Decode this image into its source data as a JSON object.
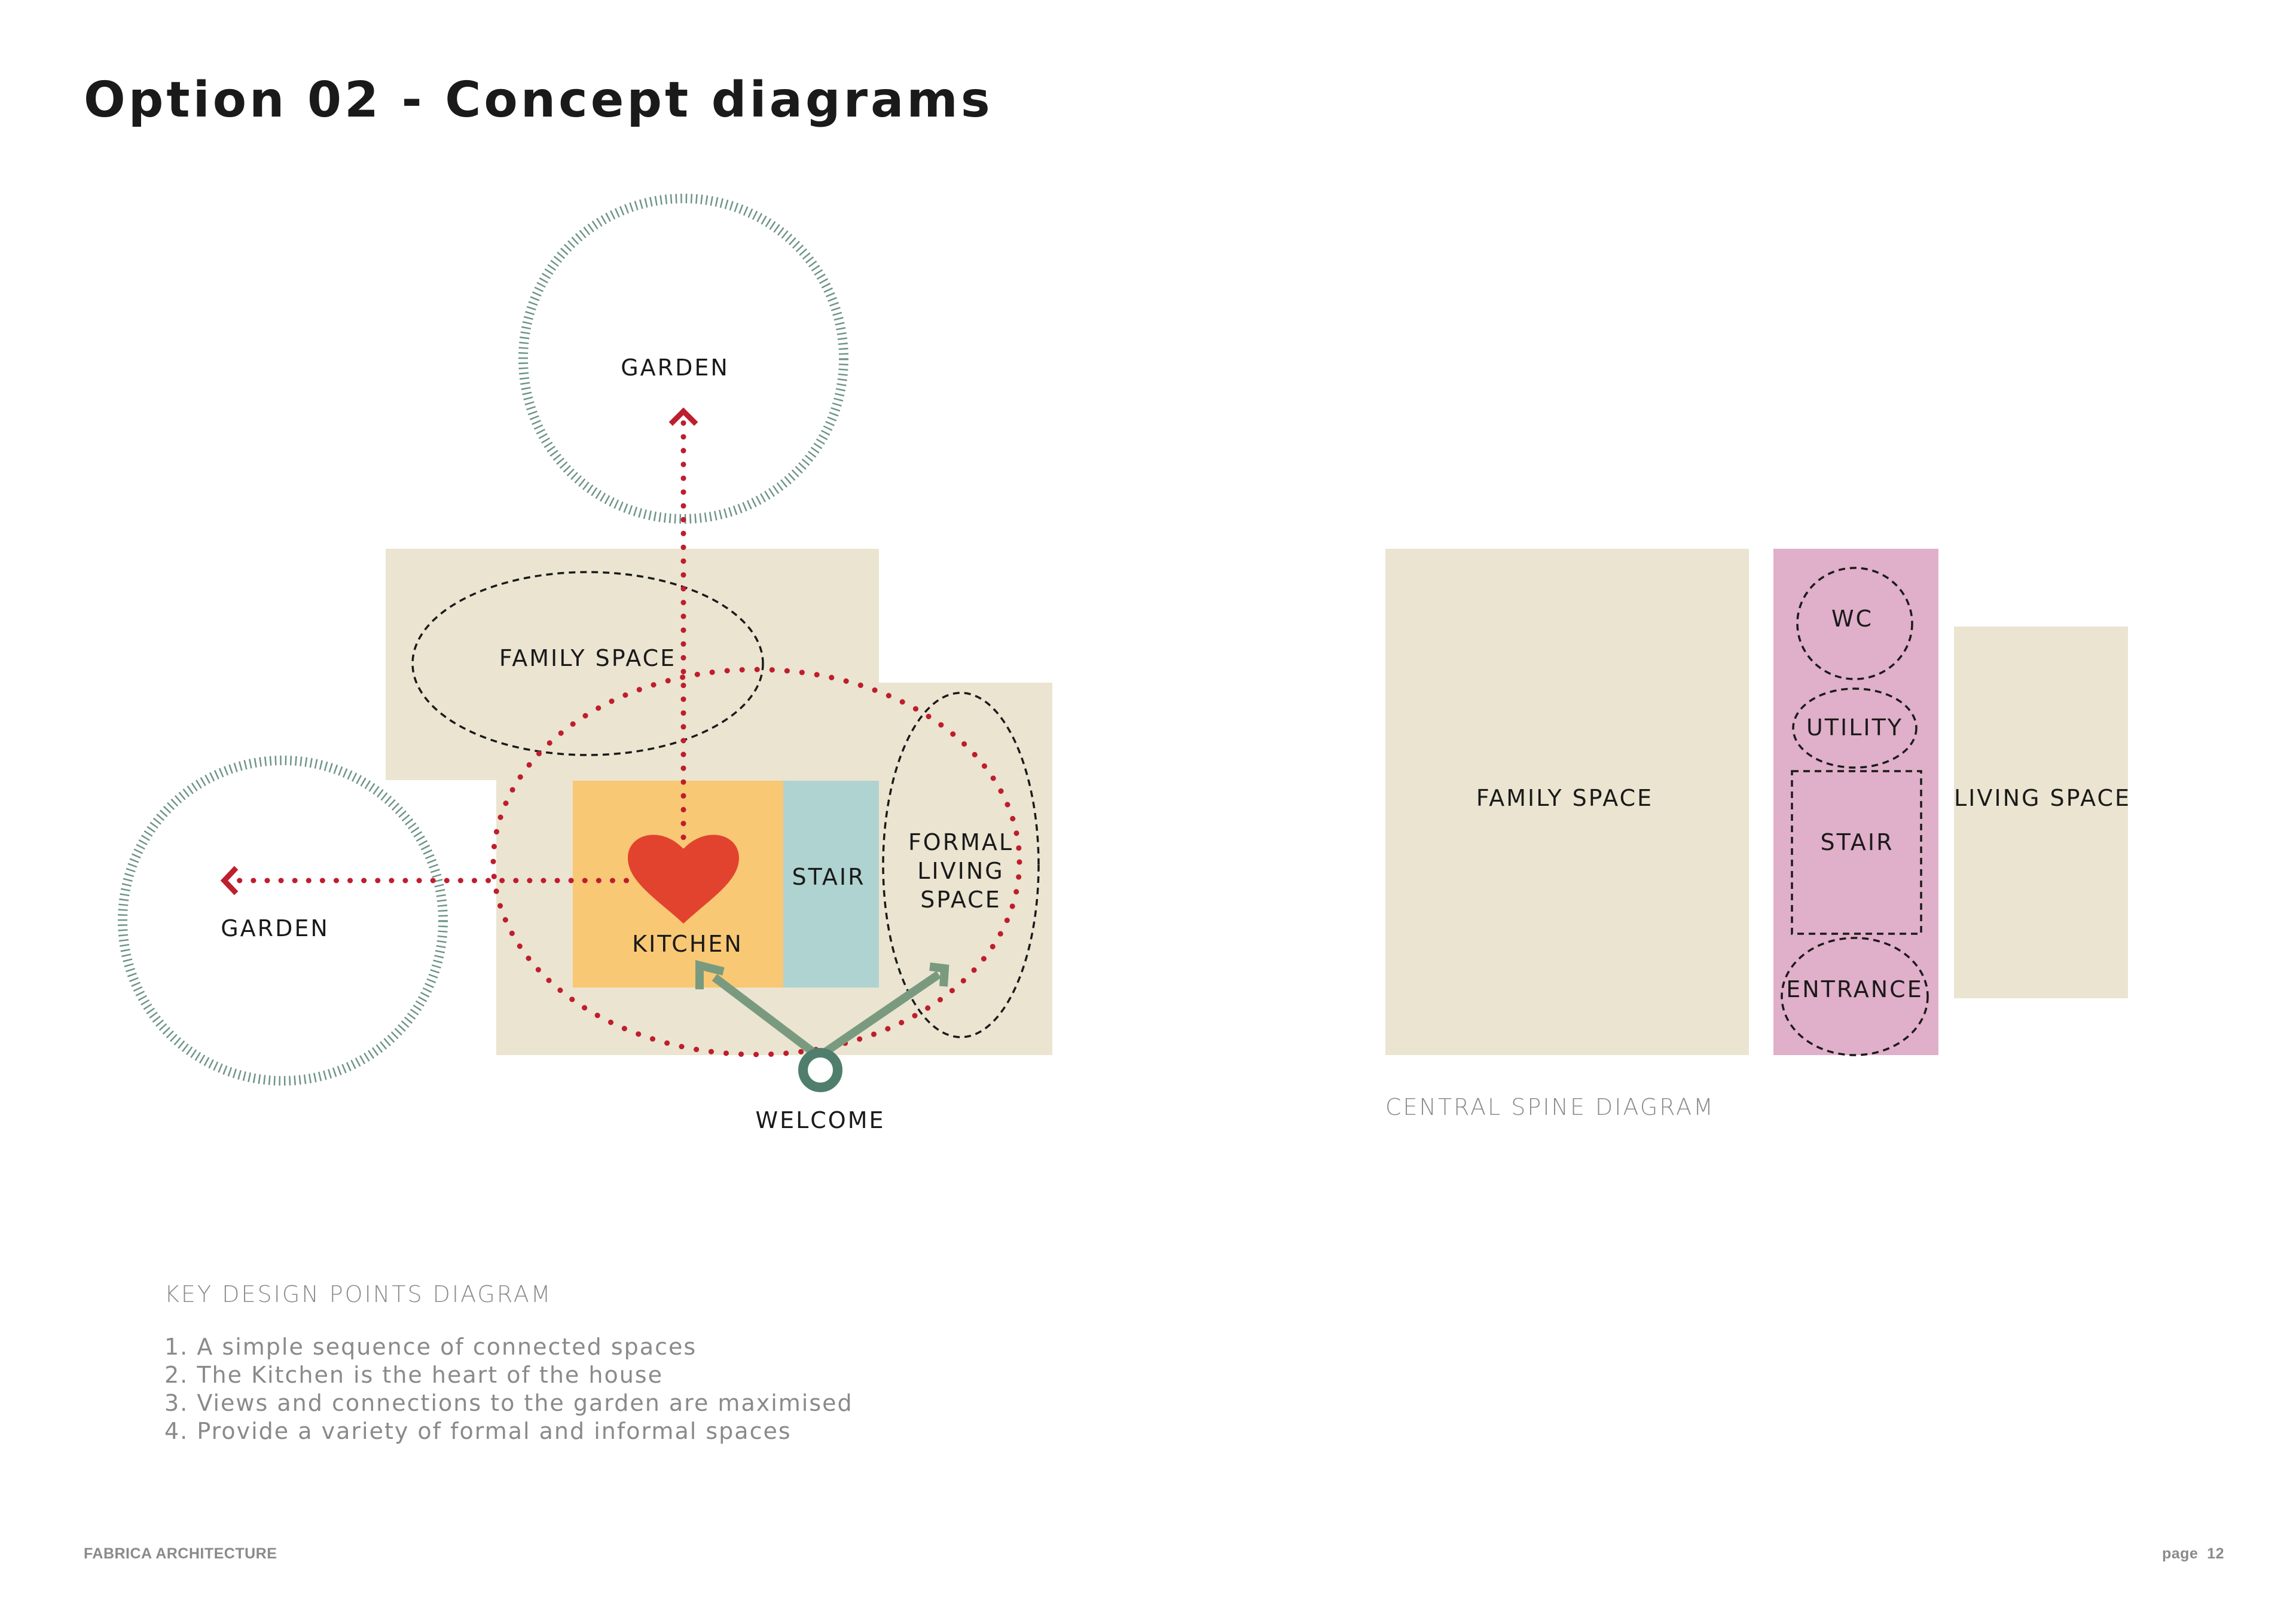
{
  "title": "Option 02 - Concept diagrams",
  "key_diagram": {
    "caption": "KEY DESIGN POINTS DIAGRAM",
    "labels": {
      "garden_top": "GARDEN",
      "garden_left": "GARDEN",
      "family_space": "FAMILY SPACE",
      "stair": "STAIR",
      "formal_living_lines": [
        "FORMAL",
        "LIVING",
        "SPACE"
      ],
      "kitchen": "KITCHEN",
      "welcome": "WELCOME"
    },
    "points": [
      "1. A simple sequence of connected spaces",
      "2. The Kitchen is the heart of the house",
      "3. Views and connections to the garden are maximised",
      "4. Provide a variety of formal and informal spaces"
    ]
  },
  "spine_diagram": {
    "caption": "CENTRAL SPINE DIAGRAM",
    "labels": {
      "family_space": "FAMILY SPACE",
      "living_space": "LIVING SPACE",
      "wc": "WC",
      "utility": "UTILITY",
      "stair": "STAIR",
      "entrance": "ENTRANCE"
    }
  },
  "footer": {
    "left": "FABRICA ARCHITECTURE",
    "right": "page  12"
  },
  "colors": {
    "beige": "#ebe4d1",
    "kitchen_orange": "#f8c874",
    "stair_teal": "#afd3d0",
    "heart_red": "#e2432f",
    "path_red": "#be1e2d",
    "garden_green": "#6e9486",
    "welcome_green": "#4f7f6c",
    "arrow_green": "#7a9a80",
    "spine_pink": "#e0afc9"
  }
}
